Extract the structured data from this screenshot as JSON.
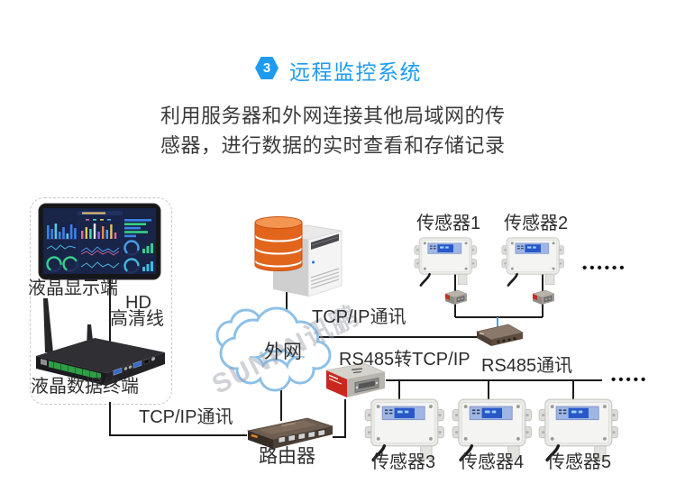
{
  "header": {
    "badge_number": "3",
    "title": "远程监控系统",
    "description": [
      "利用服务器和外网连接其他局域网的传",
      "感器，进行数据的实时查看和存储记录"
    ]
  },
  "labels": {
    "monitor": "液晶显示端",
    "hd_line1": "HD",
    "hd_line2": "高清线",
    "terminal": "液晶数据终端",
    "tcpip_left": "TCP/IP通讯",
    "tcpip_top": "TCP/IP通讯",
    "cloud": "外网",
    "rs485_converter": "RS485转TCP/IP",
    "rs485_bus": "RS485通讯",
    "router": "路由器",
    "ellipsis_top": "••••••",
    "ellipsis_bottom": "•••••"
  },
  "sensors": {
    "s1": "传感器1",
    "s2": "传感器2",
    "s3": "传感器3",
    "s4": "传感器4",
    "s5": "传感器5"
  },
  "watermark": "SUNPN讯鹏",
  "colors": {
    "accent": "#1d9bf0",
    "cloud_stroke": "#8cc0e8",
    "line": "#1a1a1a",
    "link_blue": "#45a1e0",
    "database_orange": "#e2651c",
    "screen_navy": "#182448"
  }
}
